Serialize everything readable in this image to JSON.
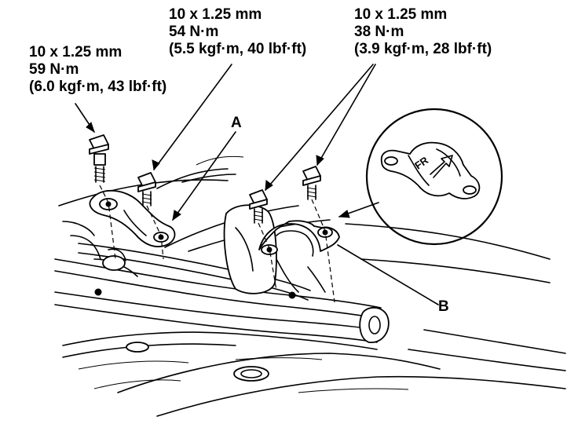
{
  "specs": {
    "left": {
      "size": "10 x 1.25 mm",
      "torque_nm": "59 N·m",
      "torque_alt": "(6.0 kgf·m, 43 lbf·ft)"
    },
    "middle": {
      "size": "10 x 1.25 mm",
      "torque_nm": "54 N·m",
      "torque_alt": "(5.5 kgf·m, 40 lbf·ft)"
    },
    "right": {
      "size": "10 x 1.25 mm",
      "torque_nm": "38 N·m",
      "torque_alt": "(3.9 kgf·m, 28 lbf·ft)"
    }
  },
  "callouts": {
    "a": "A",
    "b": "B",
    "inset_marking": "FR"
  }
}
